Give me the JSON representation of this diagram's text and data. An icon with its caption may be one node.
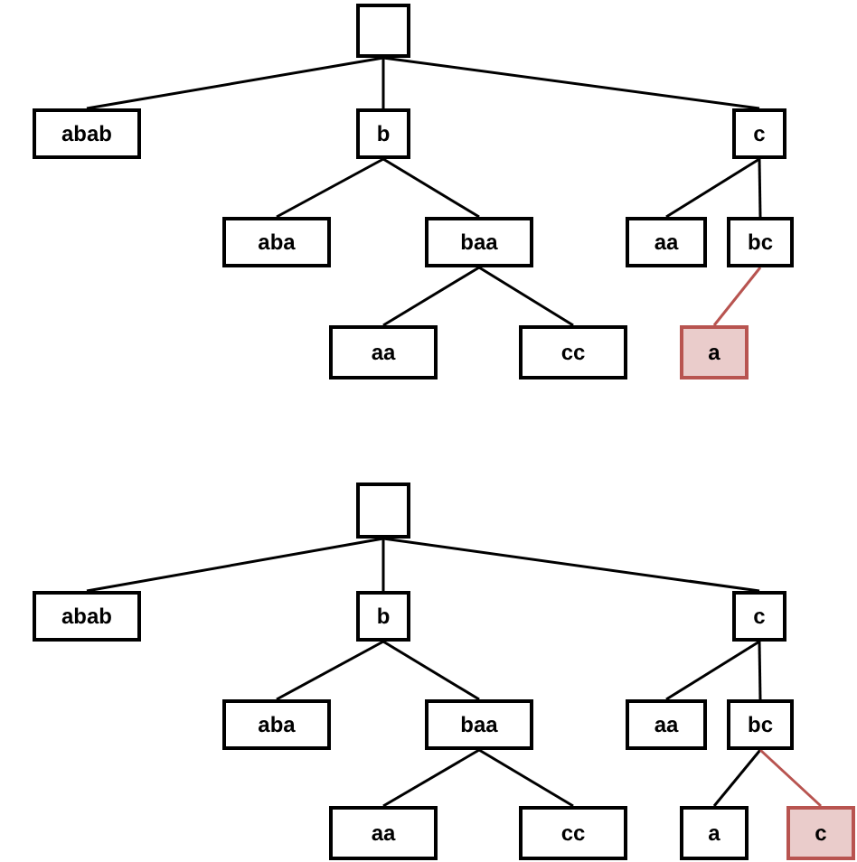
{
  "diagram": {
    "nodes": [
      {
        "text": [],
        "shape": "box"
      },
      {
        "text": [
          "abab"
        ]
      },
      {
        "text": [
          "b"
        ]
      },
      {
        "text": [
          "c"
        ]
      },
      {
        "text": [
          "aba"
        ]
      },
      {
        "text": [
          "baa"
        ]
      },
      {
        "text": [
          "aa"
        ]
      },
      {
        "text": [
          "bc"
        ]
      },
      {
        "text": [
          "aa"
        ]
      },
      {
        "text": [
          "cc"
        ]
      },
      {
        "text": [
          "a"
        ]
      },
      {
        "text": [],
        "shape": "box"
      },
      {
        "text": [
          "abab"
        ]
      },
      {
        "text": [
          "b"
        ]
      },
      {
        "text": [
          "c"
        ]
      },
      {
        "text": [
          "aba"
        ]
      },
      {
        "text": [
          "baa"
        ]
      },
      {
        "text": [
          "aa"
        ]
      },
      {
        "text": [
          "bc"
        ]
      },
      {
        "text": [
          "aa"
        ]
      },
      {
        "text": [
          "cc"
        ]
      },
      {
        "text": [
          "a"
        ]
      },
      {
        "text": [
          "c"
        ]
      }
    ],
    "edges": [
      {
        "from": 0,
        "to": 1,
        "arrow": "none"
      },
      {
        "from": 0,
        "to": 2,
        "arrow": "none"
      },
      {
        "from": 0,
        "to": 3,
        "arrow": "none"
      },
      {
        "from": 2,
        "to": 4,
        "arrow": "none"
      },
      {
        "from": 2,
        "to": 5,
        "arrow": "none"
      },
      {
        "from": 3,
        "to": 6,
        "arrow": "none"
      },
      {
        "from": 3,
        "to": 7,
        "arrow": "none"
      },
      {
        "from": 5,
        "to": 8,
        "arrow": "none"
      },
      {
        "from": 5,
        "to": 9,
        "arrow": "none"
      },
      {
        "from": 7,
        "to": 10,
        "arrow": "none",
        "color": "#b85450"
      },
      {
        "from": 11,
        "to": 12,
        "arrow": "none"
      },
      {
        "from": 11,
        "to": 13,
        "arrow": "none"
      },
      {
        "from": 11,
        "to": 14,
        "arrow": "none"
      },
      {
        "from": 13,
        "to": 15,
        "arrow": "none"
      },
      {
        "from": 13,
        "to": 16,
        "arrow": "none"
      },
      {
        "from": 14,
        "to": 17,
        "arrow": "none"
      },
      {
        "from": 14,
        "to": 18,
        "arrow": "none"
      },
      {
        "from": 16,
        "to": 19,
        "arrow": "none"
      },
      {
        "from": 16,
        "to": 20,
        "arrow": "none"
      },
      {
        "from": 18,
        "to": 21,
        "arrow": "none"
      },
      {
        "from": 18,
        "to": 22,
        "arrow": "none",
        "color": "#b85450"
      }
    ]
  }
}
